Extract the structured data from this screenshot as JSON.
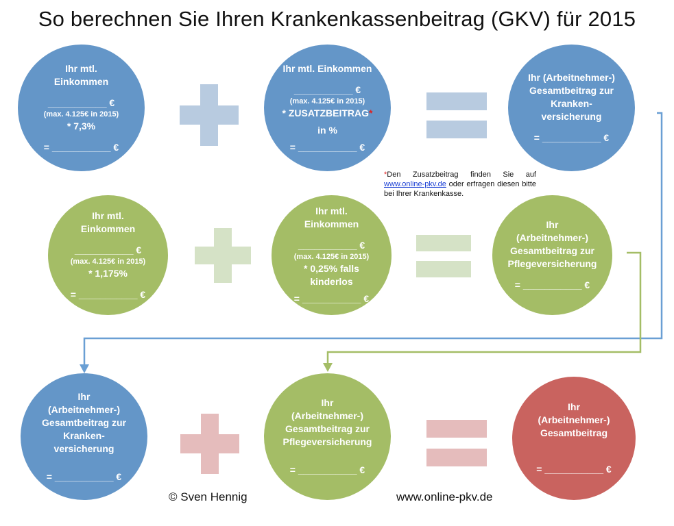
{
  "title": "So berechnen Sie Ihren Krankenkassenbeitrag (GKV) für 2015",
  "row1": {
    "c1": {
      "line1": "Ihr mtl.",
      "line2": "Einkommen",
      "blank": "___________ €",
      "max": "(max. 4.125€ in 2015)",
      "factor": "* 7,3%",
      "result": "= ___________ €"
    },
    "c2": {
      "line1": "Ihr mtl. Einkommen",
      "blank": "___________ €",
      "max": "(max. 4.125€ in 2015)",
      "factor": "* ZUSATZBEITRAG",
      "asterisk": "*",
      "unit": "in %",
      "result": "= ___________ €"
    },
    "c3": {
      "line1": "Ihr (Arbeitnehmer-)",
      "line2": "Gesamtbeitrag zur",
      "line3": "Kranken-",
      "line4": "versicherung",
      "result": "= ___________ €"
    }
  },
  "note": {
    "asterisk": "*",
    "text1": "Den Zusatzbeitrag finden Sie auf",
    "link": "www.online-pkv.de",
    "text2": "oder erfragen diesen bitte bei Ihrer Krankenkasse."
  },
  "row2": {
    "c1": {
      "line1": "Ihr mtl.",
      "line2": "Einkommen",
      "blank": "___________ €",
      "max": "(max. 4.125€ in 2015)",
      "factor": "* 1,175%",
      "result": "= ___________ €"
    },
    "c2": {
      "line1": "Ihr mtl.",
      "line2": "Einkommen",
      "blank": "___________ €",
      "max": "(max. 4.125€ in 2015)",
      "factor1": "* 0,25% falls",
      "factor2": "kinderlos",
      "result": "= ___________ €"
    },
    "c3": {
      "line1": "Ihr",
      "line2": "(Arbeitnehmer-)",
      "line3": "Gesamtbeitrag zur",
      "line4": "Pflegeversicherung",
      "result": "= ___________ €"
    }
  },
  "row3": {
    "c1": {
      "line1": "Ihr",
      "line2": "(Arbeitnehmer-)",
      "line3": "Gesamtbeitrag zur",
      "line4": "Kranken-",
      "line5": "versicherung",
      "result": "= ___________ €"
    },
    "c2": {
      "line1": "Ihr",
      "line2": "(Arbeitnehmer-)",
      "line3": "Gesamtbeitrag zur",
      "line4": "Pflegeversicherung",
      "result": "= ___________ €"
    },
    "c3": {
      "line1": "Ihr",
      "line2": "(Arbeitnehmer-)",
      "line3": "Gesamtbeitrag",
      "result": "= ___________ €"
    }
  },
  "footer": {
    "copyright": "© Sven Hennig",
    "website": "www.online-pkv.de"
  },
  "colors": {
    "blue": "#6496c8",
    "green": "#a4bd66",
    "red": "#c9635f",
    "plus_blue": "#b8cbe0",
    "plus_green": "#d5e2c6",
    "plus_red": "#e5bcbc",
    "connector_blue": "#6a9fd4",
    "connector_green": "#a4bd66"
  }
}
